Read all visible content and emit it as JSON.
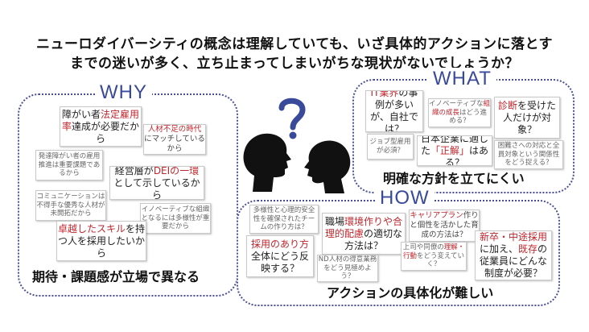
{
  "headline": {
    "line1": "ニューロダイバーシティの概念は理解していても、いざ具体的アクションに落とす",
    "line2": "までの迷いが多く、立ち止まってしまいがちな現状がないでしょうか？"
  },
  "why": {
    "title": "WHY",
    "footer": "期待・課題感が立場で異なる",
    "cards": {
      "c1": {
        "pre": "障がい者",
        "hl": "法定雇用率",
        "post": "達成が必要だから"
      },
      "c2": {
        "hl": "人材不足の時代",
        "post": "にマッチしているから"
      },
      "c3": {
        "text": "発達障がい者の雇用推進は重要課題であるから"
      },
      "c4": {
        "pre": "経営層が",
        "hl": "DEIの一環",
        "post": "として示しているから"
      },
      "c5": {
        "text": "コミュニケーションは不得手な優秀な人材が未開拓だから"
      },
      "c6": {
        "text": "イノベーティブな組織となるには多様性が重要だから"
      },
      "c7": {
        "hl": "卓越したスキル",
        "post": "を持つ人を採用したいから"
      }
    }
  },
  "what": {
    "title": "WHAT",
    "footer": "明確な方針を立てにくい",
    "cards": {
      "c1": {
        "hl": "IT業界",
        "post": "の事例が多いが、自社では？"
      },
      "c2": {
        "pre": "イノベーティブな",
        "hl": "組織の成長",
        "post": "はどう進める？"
      },
      "c3": {
        "hl": "診断",
        "post": "を受けた人だけが対象？"
      },
      "c4": {
        "text": "ジョブ型雇用が必須？"
      },
      "c5": {
        "pre": "日本企業に適した",
        "hl": "「正解」",
        "post": "はある？"
      },
      "c6": {
        "text": "困難さへの対応と全員対象という関係性をどう捉える？"
      }
    }
  },
  "how": {
    "title": "HOW",
    "footer": "アクションの具体化が難しい",
    "cards": {
      "c1": {
        "text": "多様性と心理的安全性を確保されたチームの作り方は？"
      },
      "c2": {
        "pre": "職場",
        "hl": "環境作りや合理的配慮",
        "post": "の適切な方法は？"
      },
      "c3": {
        "hl": "キャリアプラン",
        "post": "作りと個性を活かした育成の方法は？"
      },
      "c4": {
        "hl": "採用のあり方",
        "post": "全体にどう反映する？"
      },
      "c5": {
        "text": "ND人材の得意業務をどう見極めよう？"
      },
      "c6": {
        "pre": "上司や同僚の",
        "hl": "理解・行動",
        "post": "をどう変えていく？"
      },
      "c7": {
        "hl": "新卒・中途採用",
        "mid": "に加え、",
        "hl2": "既存",
        "post": "の従業員にどんな制度が必要？"
      }
    }
  },
  "icons": {
    "heads": "two-heads-question-icon",
    "question": "question-mark-icon"
  },
  "colors": {
    "accent": "#3a4a9a",
    "highlight": "#c0262d",
    "border": "#4a4f9a"
  }
}
